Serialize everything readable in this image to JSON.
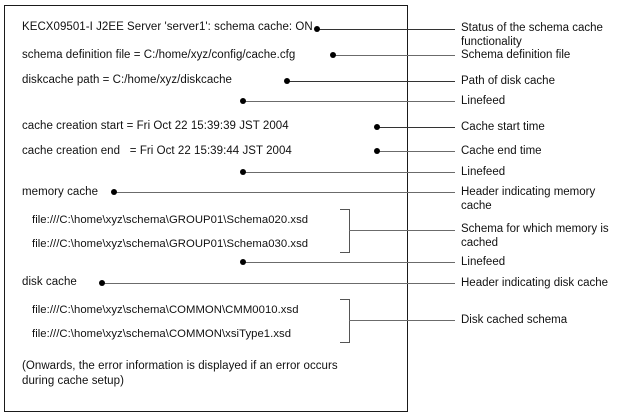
{
  "diagram": {
    "title": "Schema cache console output with annotations",
    "console": {
      "name": "schema-cache-console-output",
      "lines": [
        {
          "text": "KECX09501-I J2EE Server 'server1': schema cache: ON",
          "indent": false
        },
        {
          "text": "schema definition file = C:/home/xyz/config/cache.cfg",
          "indent": false
        },
        {
          "text": "diskcache path = C:/home/xyz/diskcache",
          "indent": false
        },
        {
          "text": "",
          "indent": false
        },
        {
          "text": "cache creation start = Fri Oct 22 15:39:39 JST 2004",
          "indent": false
        },
        {
          "text": "cache creation end   = Fri Oct 22 15:39:44 JST 2004",
          "indent": false
        },
        {
          "text": "",
          "indent": false
        },
        {
          "text": "memory cache",
          "indent": false
        },
        {
          "text": "file:///C:\\home\\xyz\\schema\\GROUP01\\Schema020.xsd",
          "indent": true
        },
        {
          "text": "file:///C:\\home\\xyz\\schema\\GROUP01\\Schema030.xsd",
          "indent": true
        },
        {
          "text": "",
          "indent": false
        },
        {
          "text": "disk cache",
          "indent": false
        },
        {
          "text": "file:///C:\\home\\xyz\\schema\\COMMON\\CMM0010.xsd",
          "indent": true
        },
        {
          "text": "file:///C:\\home\\xyz\\schema\\COMMON\\xsiType1.xsd",
          "indent": true
        }
      ],
      "footnote_line1": "(Onwards, the error information is displayed if an error occurs",
      "footnote_line2": "during cache setup)"
    },
    "annotations": [
      {
        "name": "annotation-status-of-schema-cache",
        "text": "Status of the schema cache\nfunctionality"
      },
      {
        "name": "annotation-schema-definition-file",
        "text": "Schema definition file"
      },
      {
        "name": "annotation-path-of-disk-cache",
        "text": "Path of disk cache"
      },
      {
        "name": "annotation-linefeed-1",
        "text": "Linefeed"
      },
      {
        "name": "annotation-cache-start-time",
        "text": "Cache start time"
      },
      {
        "name": "annotation-cache-end-time",
        "text": "Cache end time"
      },
      {
        "name": "annotation-linefeed-2",
        "text": "Linefeed"
      },
      {
        "name": "annotation-header-memory-cache",
        "text": "Header indicating memory cache"
      },
      {
        "name": "annotation-schema-memory-cached",
        "text": "Schema for which memory is\ncached"
      },
      {
        "name": "annotation-linefeed-3",
        "text": "Linefeed"
      },
      {
        "name": "annotation-header-disk-cache",
        "text": "Header indicating disk cache"
      },
      {
        "name": "annotation-disk-cached-schema",
        "text": "Disk cached schema"
      }
    ],
    "colors": {
      "box_border": "#1a1a1a",
      "leader_line": "#6b6b6b",
      "leader_line_dark": "#333333",
      "dot": "#000000",
      "bracket": "#555555",
      "text": "#111111",
      "background": "#ffffff"
    }
  }
}
